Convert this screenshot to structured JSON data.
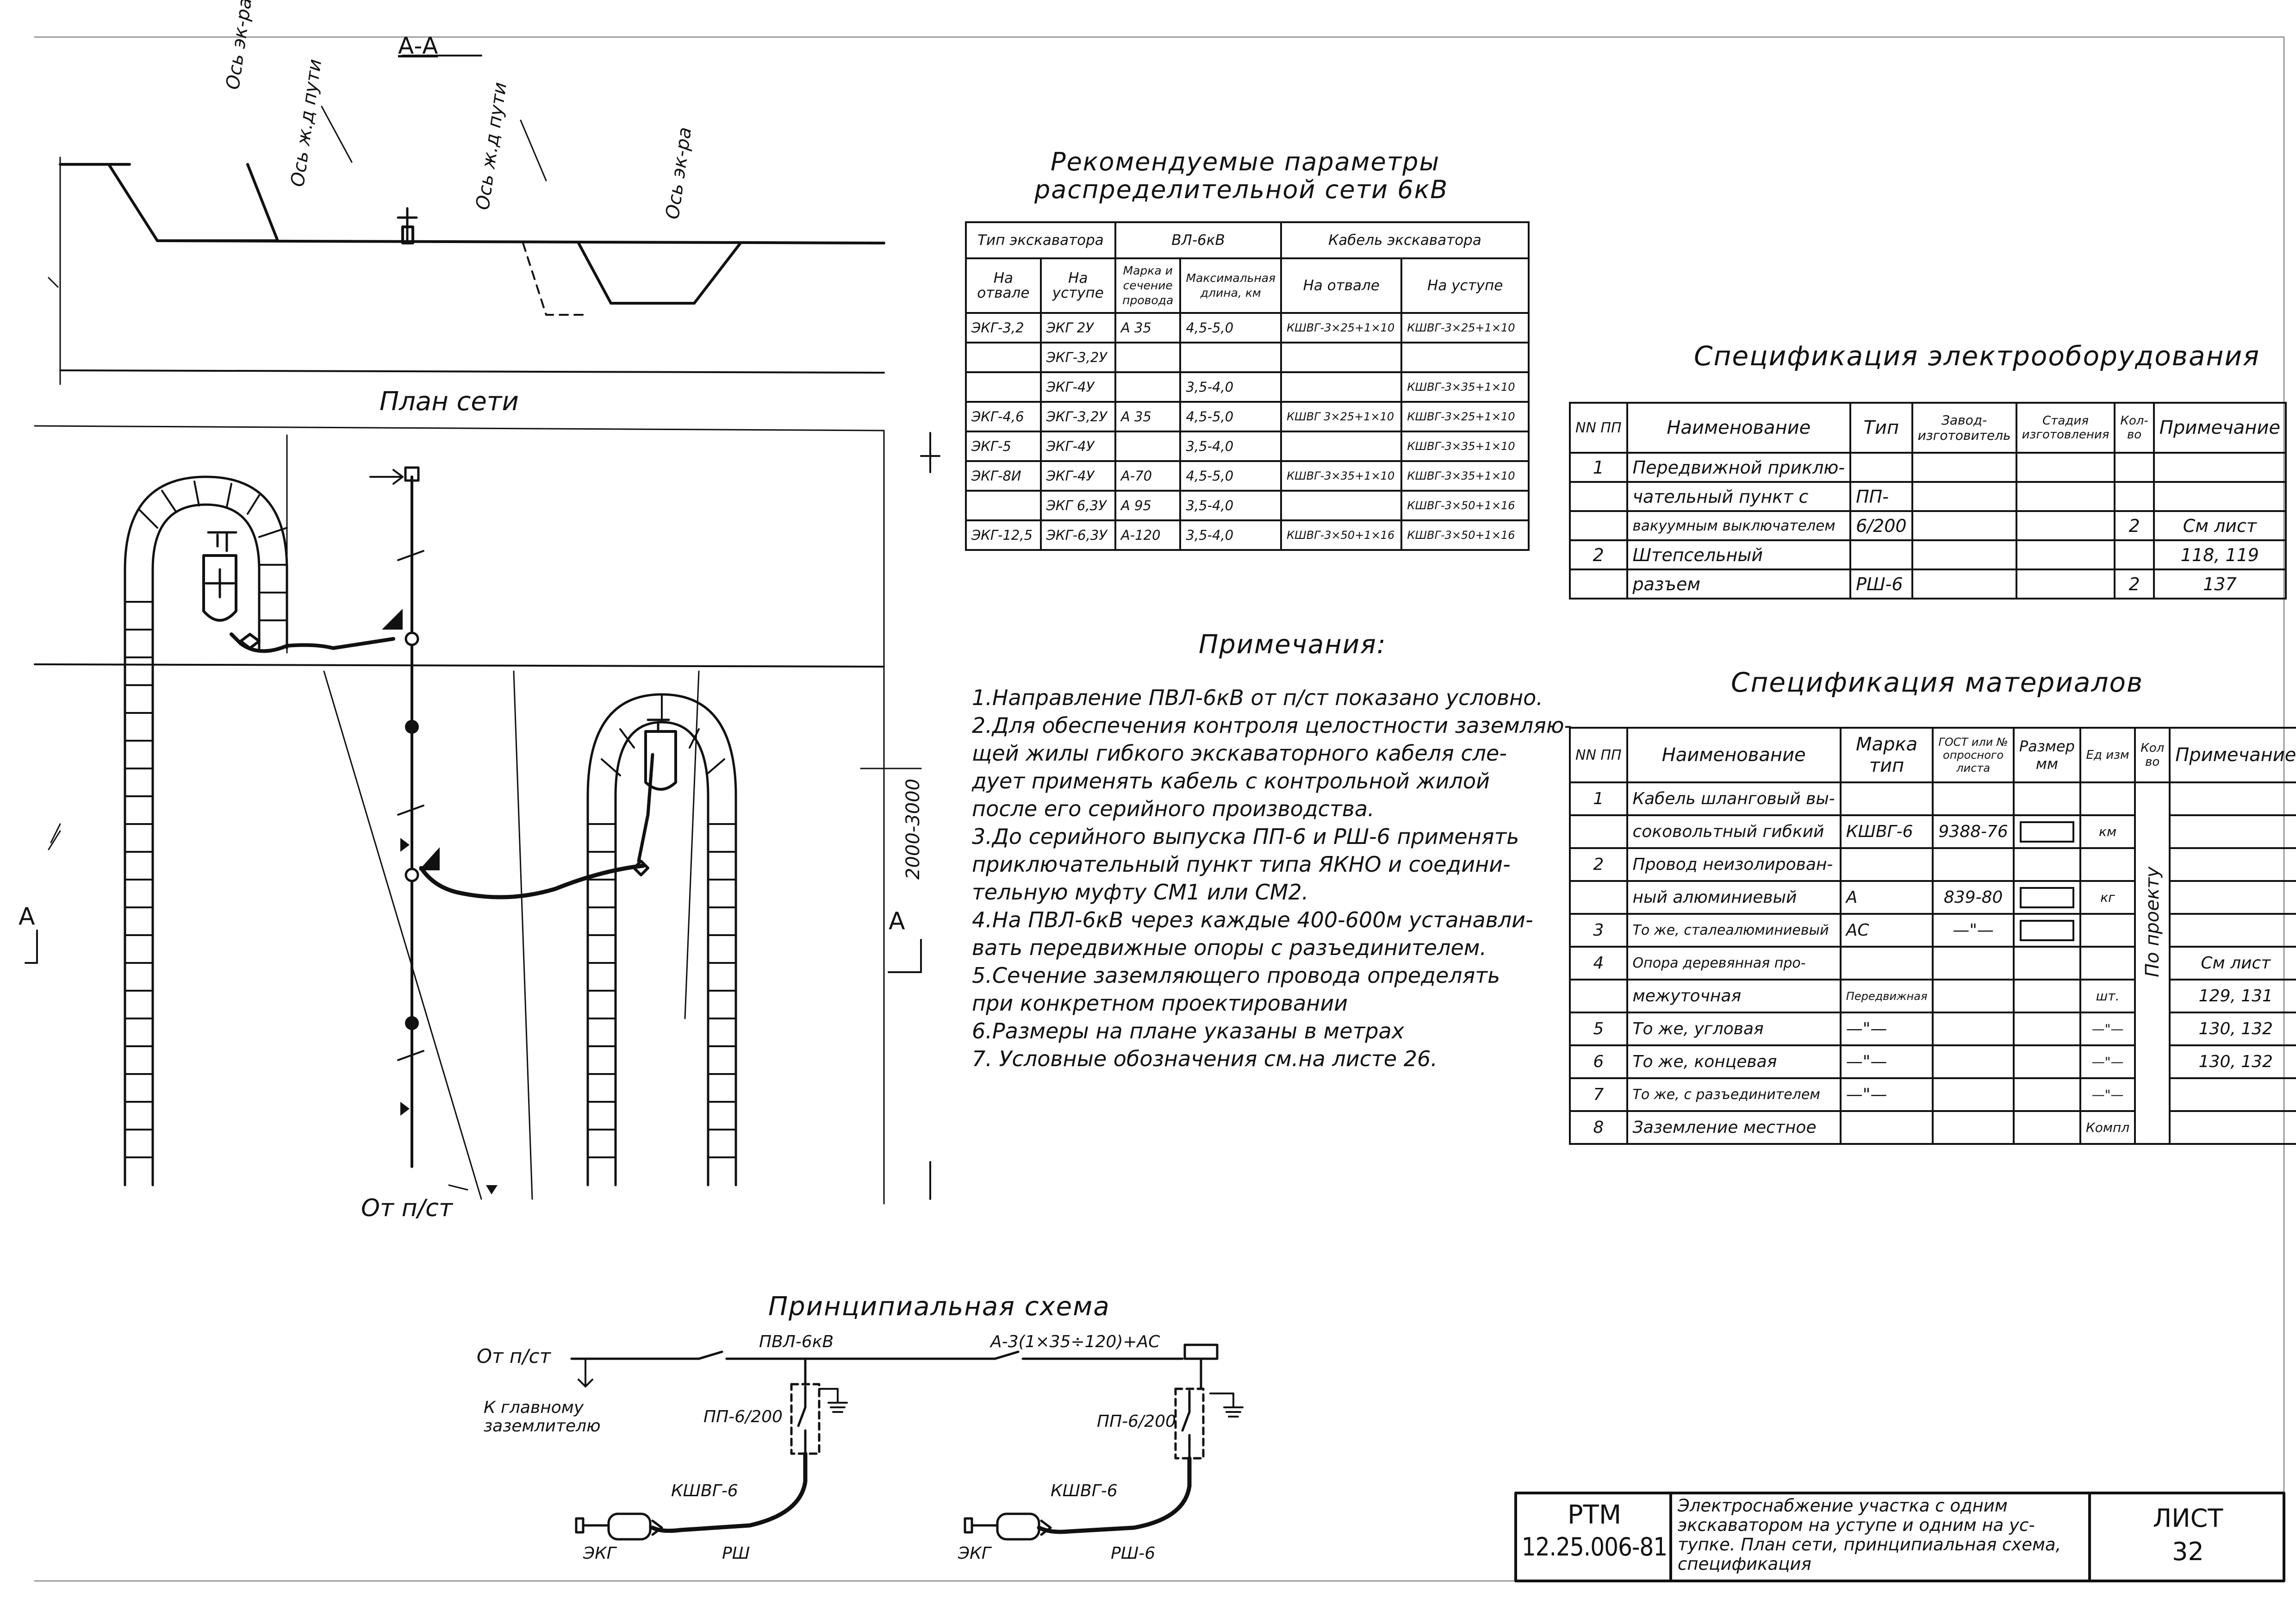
{
  "section_label": "А-А",
  "section_axes": {
    "axis_excavator_left": "Ось эк-ра",
    "axis_rail_left": "Ось ж.д пути",
    "axis_rail_right": "Ось ж.д пути",
    "axis_excavator_right": "Ось эк-ра"
  },
  "plan": {
    "title": "План сети",
    "from_substation": "От п/ст",
    "section_mark_left": "А",
    "section_mark_right": "А",
    "dimension": "2000-3000"
  },
  "params_table": {
    "title_line1": "Рекомендуемые параметры",
    "title_line2": "распределительной сети 6кВ",
    "head": {
      "excavator_type": "Тип экскаватора",
      "vl": "ВЛ-6кВ",
      "cable": "Кабель экскаватора",
      "on_slope": "На отвале",
      "on_ledge": "На уступе",
      "wire_brand": "Марка и сечение провода",
      "max_length": "Максимальная длина, км",
      "cable_slope": "На отвале",
      "cable_ledge": "На уступе"
    },
    "rows": [
      {
        "slope": "ЭКГ-3,2",
        "ledge": "ЭКГ 2У",
        "wire": "А 35",
        "length": "4,5-5,0",
        "cable_slope": "КШВГ-3×25+1×10",
        "cable_ledge": "КШВГ-3×25+1×10"
      },
      {
        "slope": "",
        "ledge": "ЭКГ-3,2У",
        "wire": "",
        "length": "",
        "cable_slope": "",
        "cable_ledge": ""
      },
      {
        "slope": "",
        "ledge": "ЭКГ-4У",
        "wire": "",
        "length": "3,5-4,0",
        "cable_slope": "",
        "cable_ledge": "КШВГ-3×35+1×10"
      },
      {
        "slope": "ЭКГ-4,6",
        "ledge": "ЭКГ-3,2У",
        "wire": "А 35",
        "length": "4,5-5,0",
        "cable_slope": "КШВГ 3×25+1×10",
        "cable_ledge": "КШВГ-3×25+1×10"
      },
      {
        "slope": "ЭКГ-5",
        "ledge": "ЭКГ-4У",
        "wire": "",
        "length": "3,5-4,0",
        "cable_slope": "",
        "cable_ledge": "КШВГ-3×35+1×10"
      },
      {
        "slope": "ЭКГ-8И",
        "ledge": "ЭКГ-4У",
        "wire": "А-70",
        "length": "4,5-5,0",
        "cable_slope": "КШВГ-3×35+1×10",
        "cable_ledge": "КШВГ-3×35+1×10"
      },
      {
        "slope": "",
        "ledge": "ЭКГ 6,3У",
        "wire": "А 95",
        "length": "3,5-4,0",
        "cable_slope": "",
        "cable_ledge": "КШВГ-3×50+1×16"
      },
      {
        "slope": "ЭКГ-12,5",
        "ledge": "ЭКГ-6,3У",
        "wire": "А-120",
        "length": "3,5-4,0",
        "cable_slope": "КШВГ-3×50+1×16",
        "cable_ledge": "КШВГ-3×50+1×16"
      }
    ]
  },
  "spec_equipment": {
    "title": "Спецификация электрооборудования",
    "head": {
      "nn": "NN ПП",
      "name": "Наименование",
      "type": "Тип",
      "maker": "Завод-изготовитель",
      "stage": "Стадия изготовления",
      "qty": "Кол-во",
      "note": "Примечание"
    },
    "rows": [
      {
        "nn": "1",
        "name": "Передвижной приклю-",
        "type": "",
        "maker": "",
        "stage": "",
        "qty": "",
        "note": ""
      },
      {
        "nn": "",
        "name": "чательный пункт с",
        "type": "ПП-",
        "maker": "",
        "stage": "",
        "qty": "",
        "note": ""
      },
      {
        "nn": "",
        "name": "вакуумным выключателем",
        "type": "6/200",
        "maker": "",
        "stage": "",
        "qty": "2",
        "note": "См лист"
      },
      {
        "nn": "2",
        "name": "Штепсельный",
        "type": "",
        "maker": "",
        "stage": "",
        "qty": "",
        "note": "118, 119"
      },
      {
        "nn": "",
        "name": "разъем",
        "type": "РШ-6",
        "maker": "",
        "stage": "",
        "qty": "2",
        "note": "137"
      }
    ]
  },
  "notes": {
    "title": "Примечания:",
    "lines": [
      "1.Направление ПВЛ-6кВ от п/ст показано условно.",
      "2.Для обеспечения контроля целостности заземляю-",
      "щей жилы гибкого экскаваторного кабеля сле-",
      "дует применять кабель с контрольной жилой",
      "после его серийного производства.",
      "3.До серийного выпуска ПП-6 и РШ-6 применять",
      "приключательный пункт типа ЯКНО и соедини-",
      "тельную муфту СМ1 или СМ2.",
      "4.На ПВЛ-6кВ через каждые 400-600м устанавли-",
      "вать передвижные опоры с разъединителем.",
      "5.Сечение заземляющего провода определять",
      "при конкретном проектировании",
      "6.Размеры на плане указаны в метрах",
      "7. Условные обозначения см.на листе 26."
    ]
  },
  "spec_materials": {
    "title": "Спецификация материалов",
    "head": {
      "nn": "NN ПП",
      "name": "Наименование",
      "brand": "Марка тип",
      "gost": "ГОСТ или № опросного листа",
      "size": "Размер мм",
      "unit": "Ед изм",
      "qty": "Кол во",
      "note": "Примечание"
    },
    "by_project": "По проекту",
    "rows": [
      {
        "nn": "1",
        "name": "Кабель шланговый вы-",
        "brand": "",
        "gost": "",
        "size": "",
        "unit": "",
        "note": ""
      },
      {
        "nn": "",
        "name": "соковольтный гибкий",
        "brand": "КШВГ-6",
        "gost": "9388-76",
        "size": "box",
        "unit": "км",
        "note": ""
      },
      {
        "nn": "2",
        "name": "Провод неизолирован-",
        "brand": "",
        "gost": "",
        "size": "",
        "unit": "",
        "note": ""
      },
      {
        "nn": "",
        "name": "ный алюминиевый",
        "brand": "А",
        "gost": "839-80",
        "size": "box",
        "unit": "кг",
        "note": ""
      },
      {
        "nn": "3",
        "name": "То же, сталеалюминиевый",
        "brand": "АС",
        "gost": "—\"—",
        "size": "box",
        "unit": "",
        "note": ""
      },
      {
        "nn": "4",
        "name": "Опора деревянная про-",
        "brand": "",
        "gost": "",
        "size": "",
        "unit": "",
        "note": "См лист"
      },
      {
        "nn": "",
        "name": "межуточная",
        "brand": "Передвижная",
        "gost": "",
        "size": "",
        "unit": "шт.",
        "note": "129, 131"
      },
      {
        "nn": "5",
        "name": "То же, угловая",
        "brand": "—\"—",
        "gost": "",
        "size": "",
        "unit": "—\"—",
        "note": "130, 132"
      },
      {
        "nn": "6",
        "name": "То же, концевая",
        "brand": "—\"—",
        "gost": "",
        "size": "",
        "unit": "—\"—",
        "note": "130, 132"
      },
      {
        "nn": "7",
        "name": "То же, с разъединителем",
        "brand": "—\"—",
        "gost": "",
        "size": "",
        "unit": "—\"—",
        "note": ""
      },
      {
        "nn": "8",
        "name": "Заземление местное",
        "brand": "",
        "gost": "",
        "size": "",
        "unit": "Компл",
        "note": ""
      }
    ]
  },
  "schematic": {
    "title": "Принципиальная схема",
    "from_substation": "От п/ст",
    "line_label": "ПВЛ-6кВ",
    "wire_label": "А-3(1×35÷120)+АС",
    "to_main": "К главному",
    "to_main2": "заземлителю",
    "pp1": "ПП-6/200",
    "pp2": "ПП-6/200",
    "cable1": "КШВГ-6",
    "cable2": "КШВГ-6",
    "exc1": "ЭКГ",
    "rsh1": "РШ",
    "exc2": "ЭКГ",
    "rsh2": "РШ-6"
  },
  "title_block": {
    "code_line1": "РТМ",
    "code_line2": "12.25.006-81",
    "desc": [
      "Электроснабжение участка с одним",
      "экскаватором на уступе и одним на ус-",
      "тупке. План сети, принципиальная схема,",
      "спецификация"
    ],
    "sheet_label": "ЛИСТ",
    "sheet_no": "32"
  }
}
